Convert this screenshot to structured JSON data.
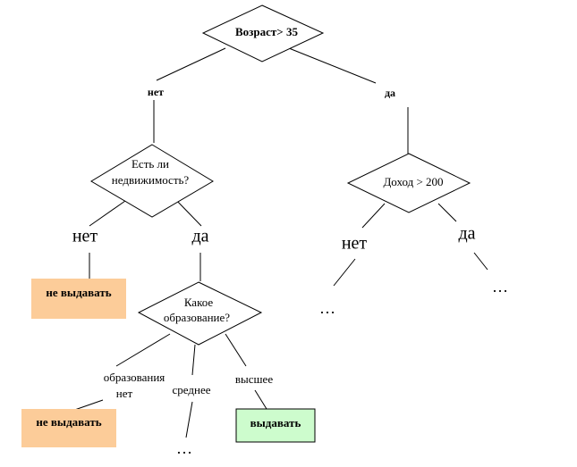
{
  "root": {
    "label": "Возраст> 35",
    "branch_no": "нет",
    "branch_yes": "да"
  },
  "property": {
    "label_line1": "Есть ли",
    "label_line2": "недвижимость?",
    "branch_no": "нет",
    "branch_yes": "да",
    "leaf_no": "не выдавать"
  },
  "income": {
    "label": "Доход > 200",
    "branch_no": "нет",
    "branch_yes": "да",
    "ellipsis_no": "…",
    "ellipsis_yes": "…"
  },
  "education": {
    "label_line1": "Какое",
    "label_line2": "образование?",
    "branch_none_line1": "образования",
    "branch_none_line2": "нет",
    "branch_secondary": "среднее",
    "branch_higher": "высшее",
    "leaf_none": "не выдавать",
    "ellipsis_secondary": "…",
    "leaf_higher": "выдавать"
  },
  "colors": {
    "deny_fill": "#fccc99",
    "approve_fill": "#cdfccd"
  }
}
